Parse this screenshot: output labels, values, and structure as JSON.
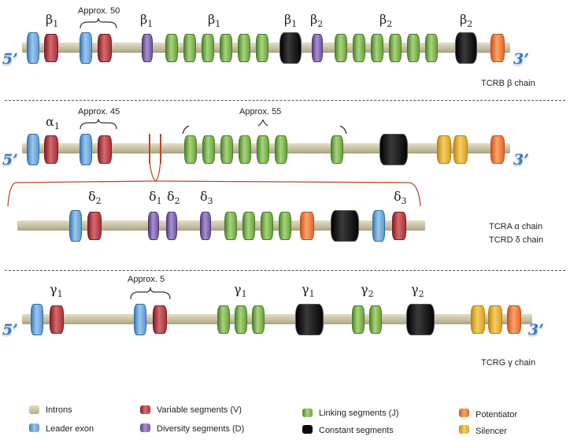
{
  "labels": {
    "beta1": "β",
    "beta2": "β",
    "alpha1": "α",
    "delta1": "δ",
    "delta2": "δ",
    "delta3": "δ",
    "gamma1": "γ",
    "gamma2": "γ",
    "sub1": "1",
    "sub2": "2",
    "sub3": "3"
  },
  "approx": {
    "b": "Approx. 50",
    "a45": "Approx. 45",
    "a55": "Approx. 55",
    "g": "Approx. 5"
  },
  "ends": {
    "five": "5’",
    "three": "3’"
  },
  "chains": {
    "trb": "TCRB β chain",
    "tra": "TCRA α chain",
    "trd": "TCRD δ chain",
    "trg": "TCRG  γ  chain"
  },
  "legend": {
    "introns": "Introns",
    "leader": "Leader exon",
    "variable": "Variable segments (V)",
    "diversity": "Diversity segments (D)",
    "linking": "Linking segments (J)",
    "constant": "Constant segments",
    "potentiator": "Potentiator",
    "silencer": "Silencer"
  },
  "colors": {
    "intron": "#c9c2a4",
    "leader": "#6fa8dc",
    "variable": "#b3343c",
    "diversity": "#7a5ea8",
    "linking": "#76b043",
    "constant": "#111111",
    "potentiator": "#f07a35",
    "silencer": "#e8b23a",
    "end_label": "#3b77c4"
  }
}
